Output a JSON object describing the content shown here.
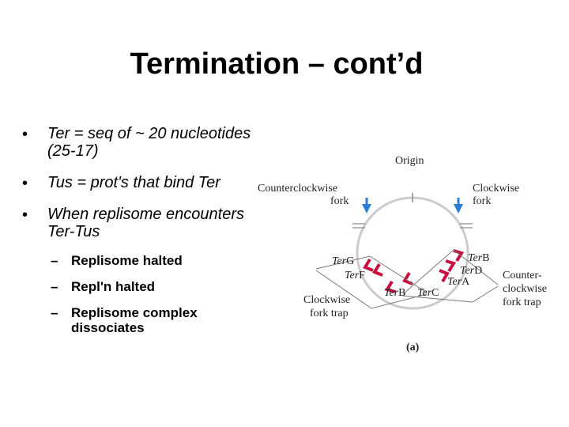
{
  "title": "Termination – cont’d",
  "bullets": [
    {
      "text": "Ter = seq of ~ 20 nucleotides (25-17)"
    },
    {
      "text": "Tus = prot's that bind Ter"
    },
    {
      "text": "When replisome encounters Ter-Tus"
    }
  ],
  "sub_bullets": [
    {
      "text": "Replisome halted"
    },
    {
      "text": "Repl'n halted"
    },
    {
      "text": "Replisome complex dissociates"
    }
  ],
  "diagram": {
    "origin": "Origin",
    "ccw_fork_1": "Counterclockwise",
    "ccw_fork_2": "fork",
    "cw_fork_1": "Clockwise",
    "cw_fork_2": "fork",
    "ter_prefix": "Ter",
    "terG": "G",
    "terF": "F",
    "terB_bottom": "B",
    "terC": "C",
    "terB_right": "B",
    "terD": "D",
    "terA": "A",
    "cw_trap_1": "Clockwise",
    "cw_trap_2": "fork trap",
    "ccw_trap_1": "Counter-",
    "ccw_trap_2": "clockwise",
    "ccw_trap_3": "fork trap",
    "panel": "(a)",
    "colors": {
      "fork_arrow": "#2a7fd4",
      "ter_arrow": "#c8103f",
      "circle": "#cccccc"
    }
  }
}
